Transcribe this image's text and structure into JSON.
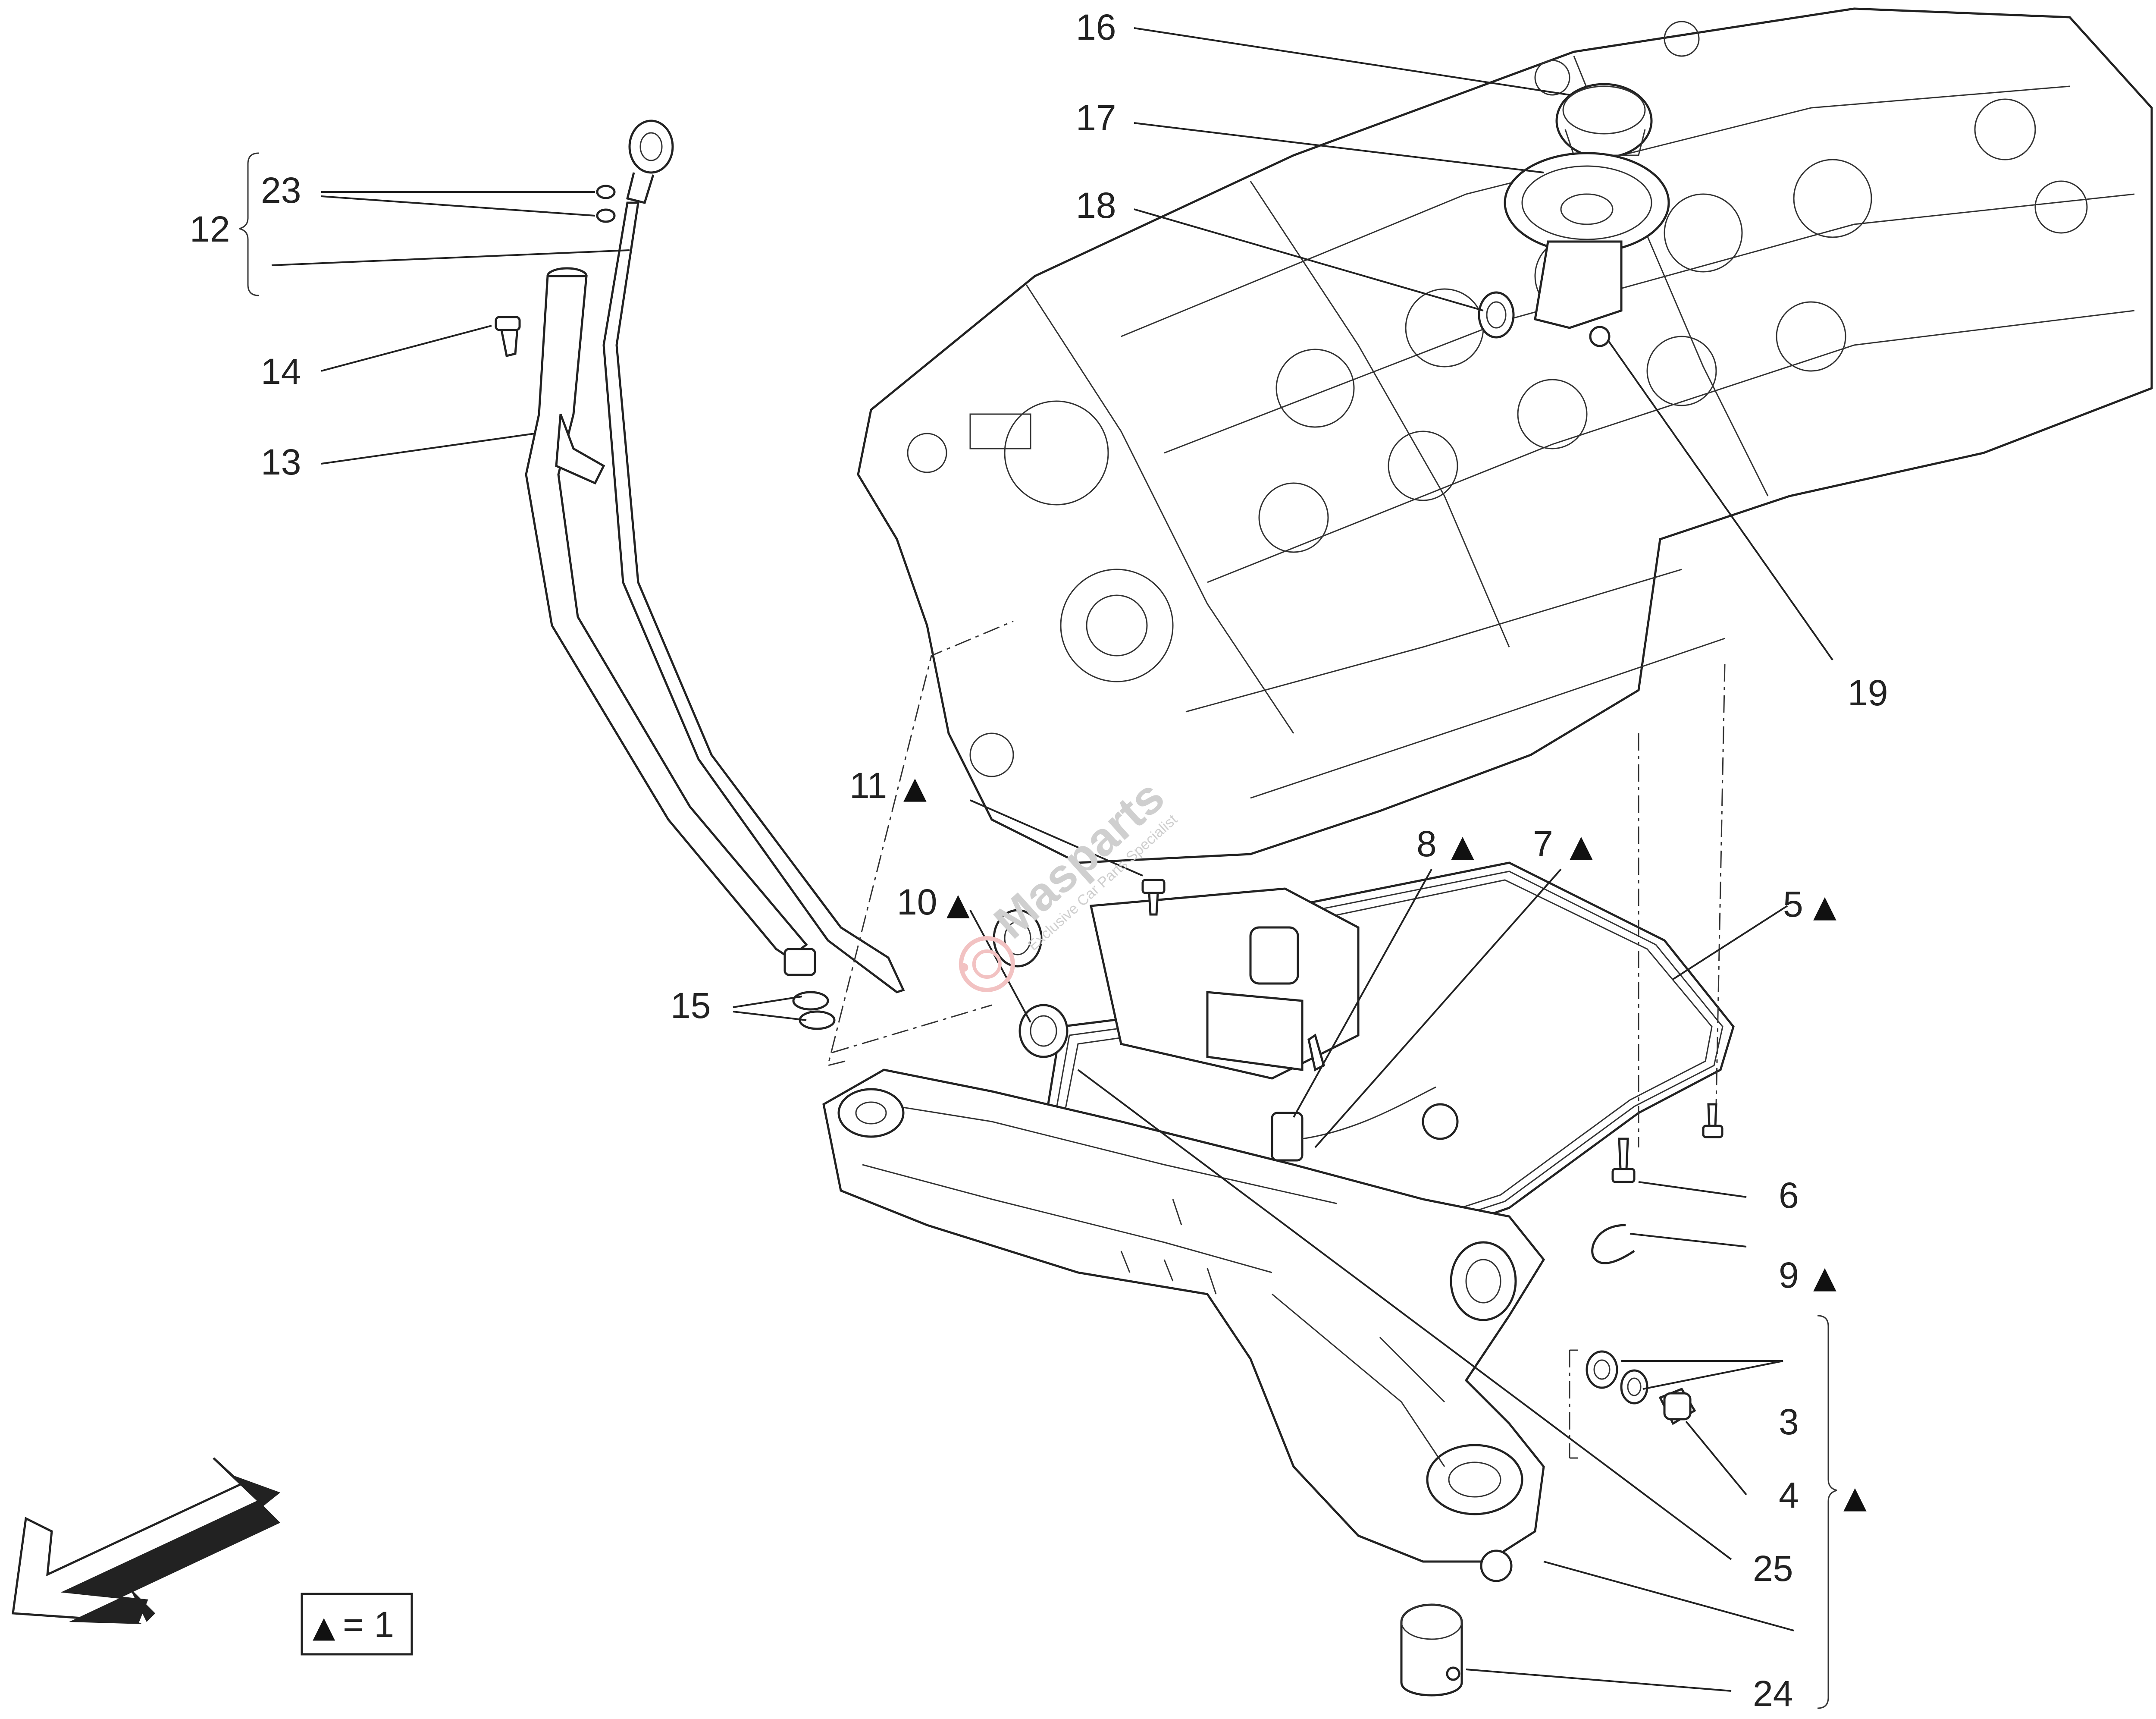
{
  "callouts": {
    "c16": "16",
    "c17": "17",
    "c18": "18",
    "c19": "19",
    "c12": "12",
    "c23": "23",
    "c14": "14",
    "c13": "13",
    "c11": "11",
    "c10": "10",
    "c8": "8",
    "c7": "7",
    "c5": "5",
    "c15": "15",
    "c6": "6",
    "c9": "9",
    "c3": "3",
    "c4": "4",
    "c25": "25",
    "c24": "24"
  },
  "marker_symbol": "▲",
  "legend": {
    "symbol": "▲",
    "equals": "= 1"
  },
  "watermark": {
    "brand": "Masparts",
    "tagline": "Exclusive Car Parts Specialist"
  },
  "icons": {
    "direction_arrow": "arrow-down-left-icon",
    "watermark_logo": "brake-disc-logo-icon"
  }
}
